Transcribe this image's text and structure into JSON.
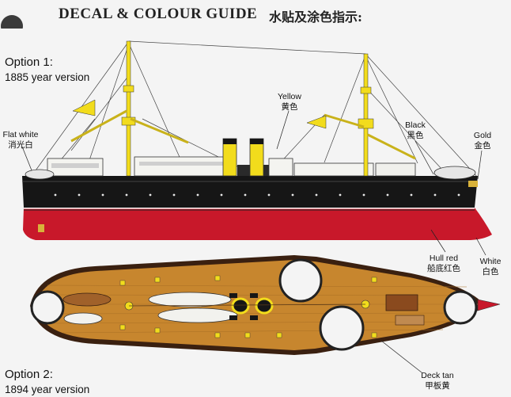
{
  "header": {
    "title": "DECAL & COLOUR GUIDE",
    "title_cn": "水贴及涂色指示:"
  },
  "options": [
    {
      "title": "Option 1:",
      "subtitle": "1885 year version"
    },
    {
      "title": "Option 2:",
      "subtitle": "1894 year version"
    }
  ],
  "callouts": {
    "yellow": {
      "en": "Yellow",
      "cn": "黄色"
    },
    "flat_white": {
      "en": "Flat white",
      "cn": "消光白"
    },
    "black": {
      "en": "Black",
      "cn": "黑色"
    },
    "gold": {
      "en": "Gold",
      "cn": "金色"
    },
    "hull_red": {
      "en": "Hull red",
      "cn": "船底红色"
    },
    "white": {
      "en": "White",
      "cn": "白色"
    },
    "deck_tan": {
      "en": "Deck tan",
      "cn": "甲板黄"
    }
  },
  "colors": {
    "hull_black": "#161616",
    "hull_red": "#c8182a",
    "yellow": "#f2dc1c",
    "white": "#f6f6f2",
    "gold": "#d8b23a",
    "deck_tan": "#c7862e",
    "deck_edge": "#3a2010"
  }
}
